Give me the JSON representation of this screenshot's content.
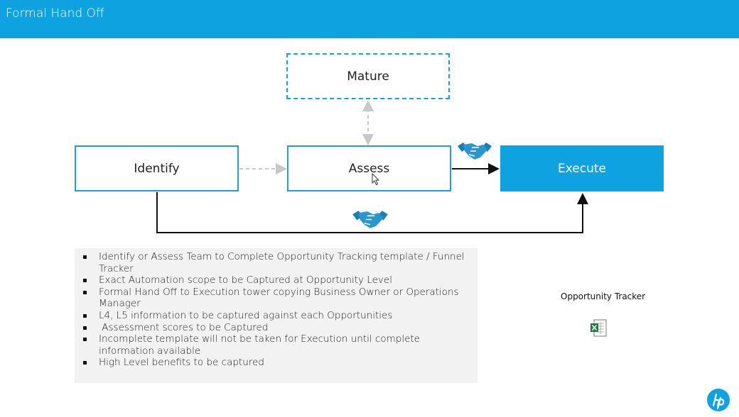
{
  "header": {
    "title": "Formal Hand Off"
  },
  "diagram": {
    "nodes": {
      "mature": "Mature",
      "identify": "Identify",
      "assess": "Assess",
      "execute": "Execute"
    }
  },
  "notes": {
    "items": [
      "Identify or Assess Team to Complete Opportunity Tracking template / Funnel Tracker",
      "Exact Automation scope to be Captured at Opportunity Level",
      "Formal Hand Off to Execution tower copying Business Owner or Operations Manager",
      "L4, L5 information to be captured against each Opportunities",
      " Assessment scores to be Captured",
      "Incomplete template will not be taken for Execution until complete information available",
      "High Level benefits to be captured"
    ]
  },
  "attachment": {
    "label": "Opportunity Tracker",
    "icon": "excel-file-icon"
  },
  "colors": {
    "brand": "#0ea3e0",
    "border": "#1f9fd4"
  }
}
